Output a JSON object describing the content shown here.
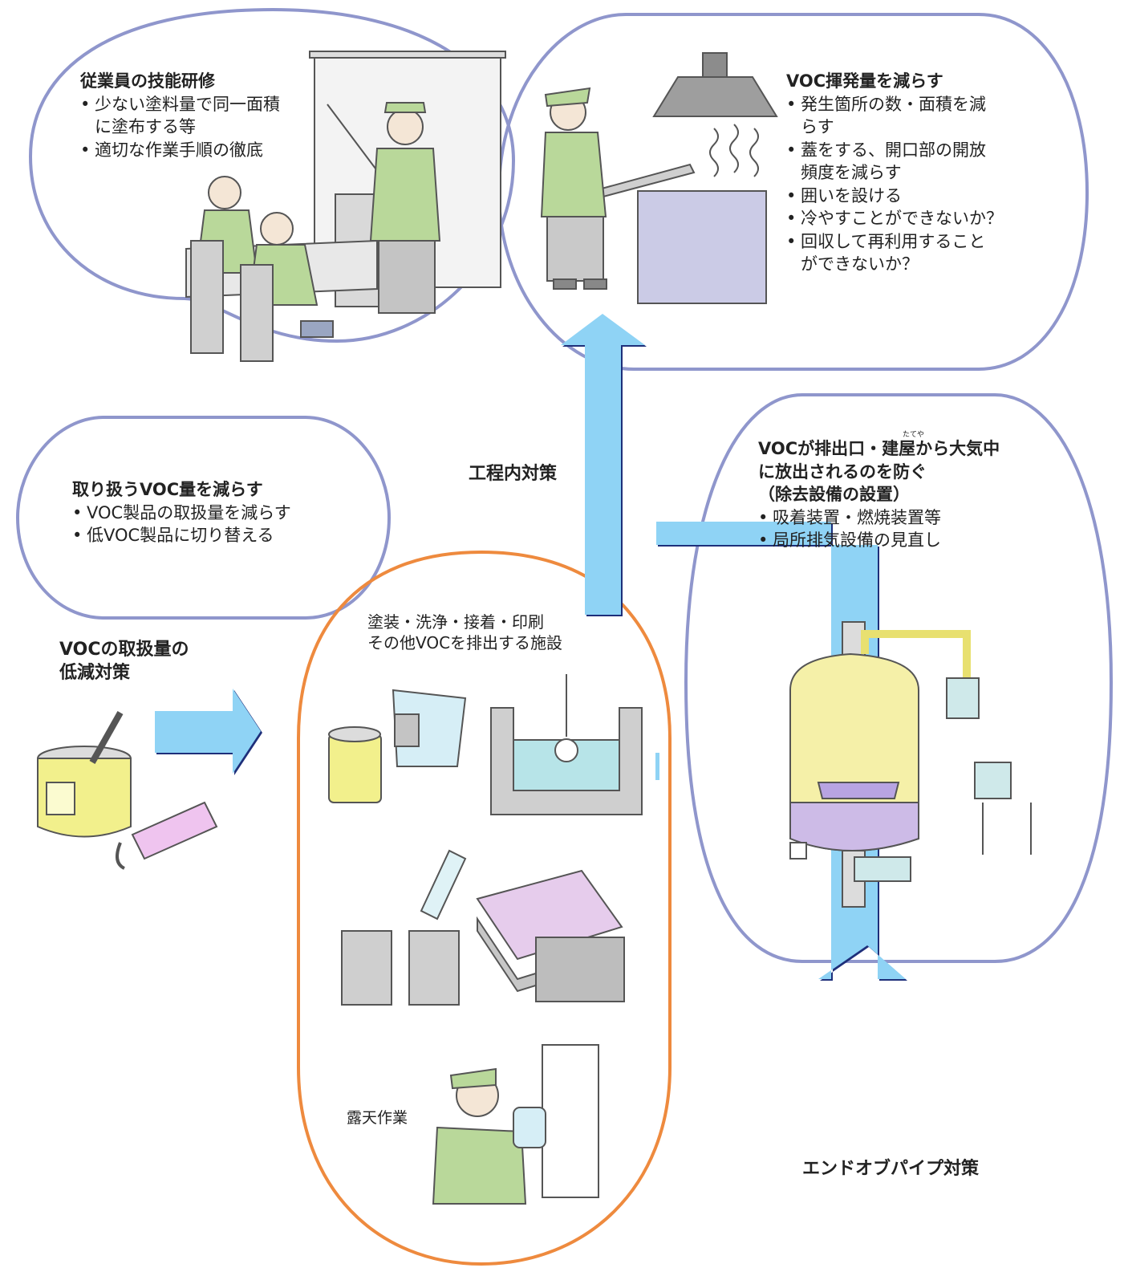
{
  "training": {
    "title": "従業員の技能研修",
    "items": [
      "少ない塗料量で同一面積",
      "適切な作業手順の徹底"
    ],
    "item1_cont": "に塗布する等"
  },
  "volatilize": {
    "title": "VOC揮発量を減らす",
    "lines": [
      "発生箇所の数・面積を減",
      "らす",
      "蓋をする、開口部の開放",
      "頻度を減らす",
      "囲いを設ける",
      "冷やすことができないか？",
      "回収して再利用すること",
      "ができないか？"
    ]
  },
  "handling": {
    "title": "取り扱うVOC量を減らす",
    "items": [
      "VOC製品の取扱量を減らす",
      "低VOC製品に切り替える"
    ]
  },
  "emission": {
    "ruby": "たてや",
    "title_lines": [
      "VOCが排出口・建屋から大気中",
      "に放出されるのを防ぐ",
      "（除去設備の設置）"
    ],
    "items": [
      "吸着装置・燃焼装置等",
      "局所排気設備の見直し"
    ]
  },
  "facility": {
    "caption_lines": [
      "塗装・洗浄・接着・印刷",
      "その他VOCを排出する施設"
    ],
    "outdoor": "露天作業"
  },
  "labels": {
    "in_process": "工程内対策",
    "reduction_lines": [
      "VOCの取扱量の",
      "低減対策"
    ],
    "end_of_pipe": "エンドオブパイプ対策"
  },
  "colors": {
    "bubble_outline": "#8f96cc",
    "facility_outline": "#ee8a3e",
    "arrow_fill": "#8fd3f5",
    "arrow_edge": "#1e2f7a",
    "worker_green": "#b9d89a",
    "paint_yellow": "#f2f08c"
  }
}
